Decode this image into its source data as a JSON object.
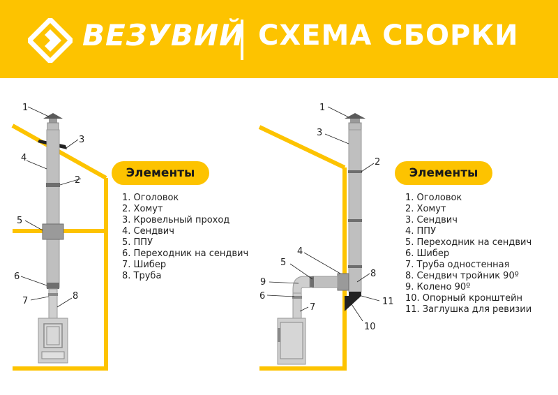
{
  "header": {
    "brand": "ВЕЗУВИЙ",
    "title": "СХЕМА СБОРКИ",
    "background_color": "#fdc300"
  },
  "left_scheme": {
    "heading": "Элементы",
    "items": [
      "1. Оголовок",
      "2. Хомут",
      "3. Кровельный проход",
      "4. Сендвич",
      "5. ППУ",
      "6. Переходник на сендвич",
      "7. Шибер",
      "8. Труба"
    ],
    "callouts": [
      "1",
      "2",
      "3",
      "4",
      "5",
      "6",
      "7",
      "8"
    ]
  },
  "right_scheme": {
    "heading": "Элементы",
    "items": [
      "1. Оголовок",
      "2. Хомут",
      "3. Сендвич",
      "4. ППУ",
      "5. Переходник на сендвич",
      "6. Шибер",
      "7. Труба одностенная",
      "8. Сендвич тройник 90º",
      "9. Колено 90º",
      "10. Опорный кронштейн",
      "11. Заглушка для ревизии"
    ],
    "callouts": [
      "1",
      "2",
      "3",
      "4",
      "5",
      "6",
      "7",
      "8",
      "9",
      "10",
      "11"
    ]
  },
  "colors": {
    "accent": "#fdc300",
    "pipe": "#bfbfbf",
    "pipe_dark": "#6e6e6e"
  }
}
